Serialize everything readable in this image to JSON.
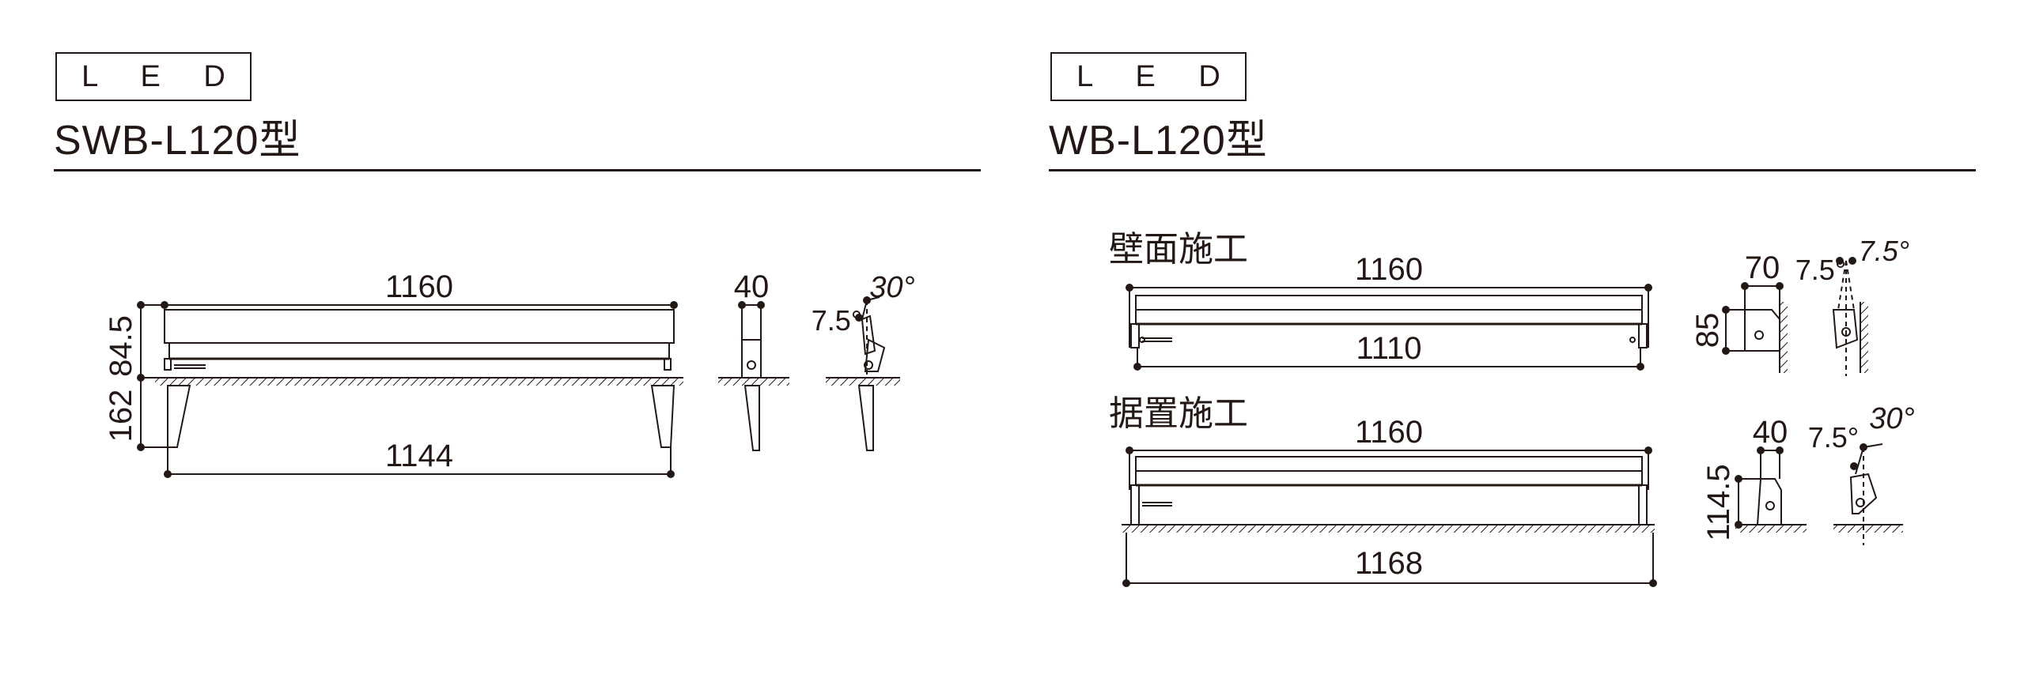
{
  "left": {
    "badge": "L E D",
    "model": "SWB-L120型",
    "dims": {
      "top_width": "1160",
      "bottom_width": "1144",
      "upper_height": "84.5",
      "lower_height": "162",
      "side_width": "40",
      "angle_small": "7.5°",
      "angle_large": "30°"
    }
  },
  "right": {
    "badge": "L E D",
    "model": "WB-L120型",
    "wall": {
      "label": "壁面施工",
      "top_width": "1160",
      "inner_width": "1110",
      "side_width": "70",
      "side_height": "85",
      "angle_a": "7.5°",
      "angle_b": "7.5°"
    },
    "floor": {
      "label": "据置施工",
      "top_width": "1160",
      "bottom_width": "1168",
      "side_width": "40",
      "side_height": "114.5",
      "angle_small": "7.5°",
      "angle_large": "30°"
    }
  }
}
